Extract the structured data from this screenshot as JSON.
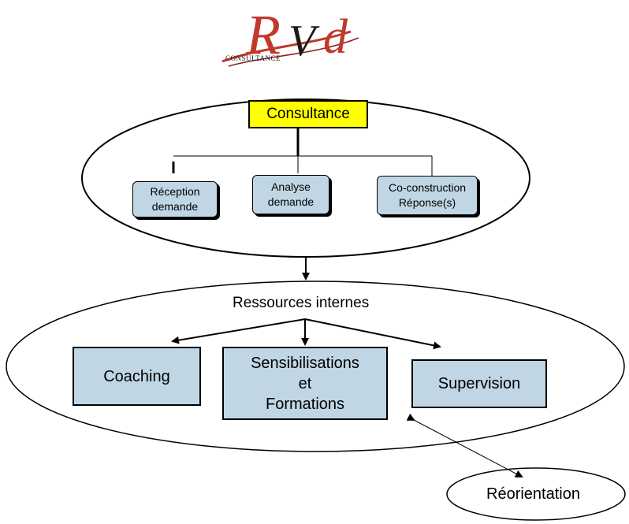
{
  "logo": {
    "monogram_r": "R",
    "monogram_v": "V",
    "monogram_d": "d",
    "tagline": "CONSULTANCE",
    "colors": {
      "red": "#c0392b",
      "dark": "#1a1a1a"
    }
  },
  "top": {
    "title": "Consultance",
    "children": [
      {
        "line1": "Réception",
        "line2": "demande"
      },
      {
        "line1": "Analyse",
        "line2": "demande"
      },
      {
        "line1": "Co-construction",
        "line2": "Réponse(s)"
      }
    ]
  },
  "resources": {
    "title": "Ressources internes",
    "coaching": "Coaching",
    "sensibilisations": {
      "line1": "Sensibilisations",
      "line2": "et",
      "line3": "Formations"
    },
    "supervision": "Supervision"
  },
  "reorientation": "Réorientation",
  "colors": {
    "box_blue": "#c0d6e4",
    "box_yellow": "#ffff00",
    "line": "#000000"
  }
}
